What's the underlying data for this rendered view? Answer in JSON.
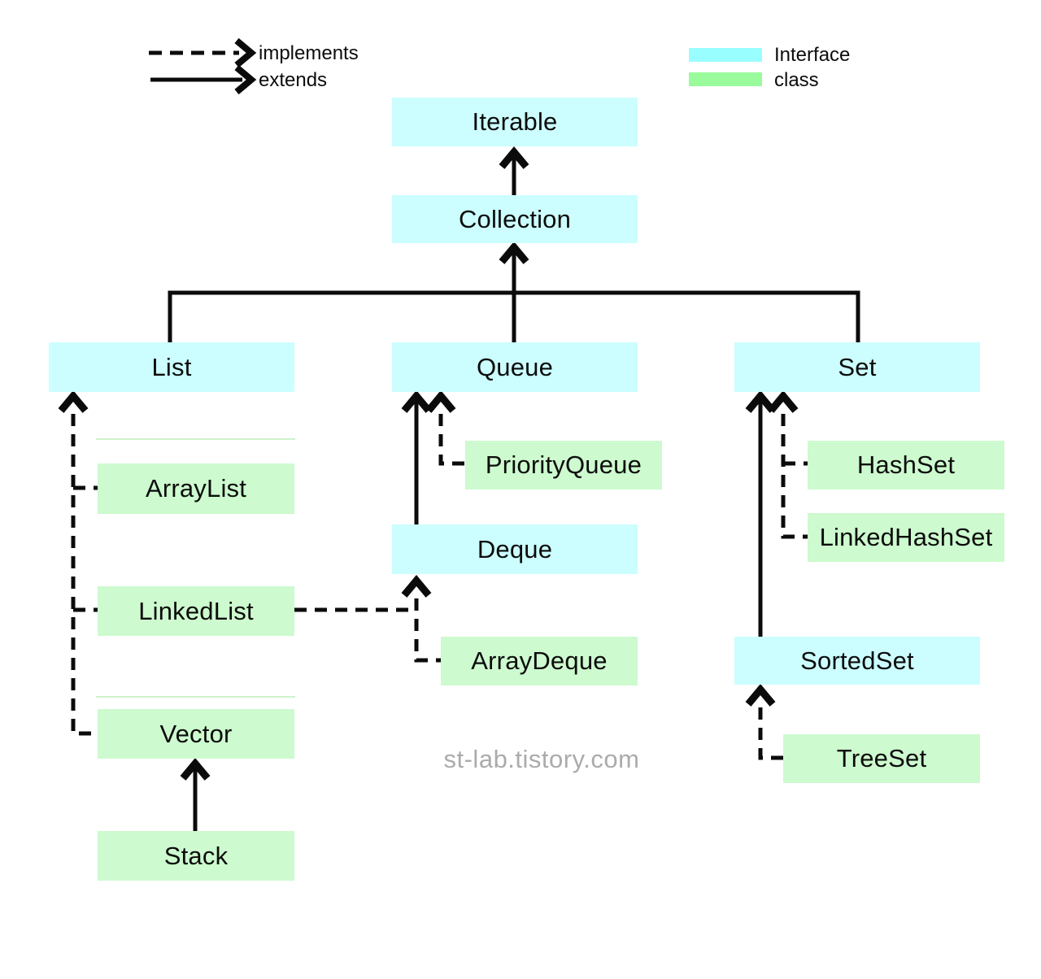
{
  "legend": {
    "implements_label": "implements",
    "extends_label": "extends",
    "interface_label": "Interface",
    "class_label": "class"
  },
  "watermark": "st-lab.tistory.com",
  "colors": {
    "interface_box_fill": "#ccfeff",
    "class_box_fill": "#cdface",
    "legend_interface_fill": "#99feff",
    "legend_class_fill": "#99fb9b",
    "line": "#0b0b0b",
    "faint_separator": "#cdf3cd",
    "watermark_text": "#ababab"
  },
  "nodes": {
    "iterable": {
      "label": "Iterable",
      "type": "Interface"
    },
    "collection": {
      "label": "Collection",
      "type": "Interface"
    },
    "list": {
      "label": "List",
      "type": "Interface"
    },
    "queue": {
      "label": "Queue",
      "type": "Interface"
    },
    "set": {
      "label": "Set",
      "type": "Interface"
    },
    "deque": {
      "label": "Deque",
      "type": "Interface"
    },
    "sortedset": {
      "label": "SortedSet",
      "type": "Interface"
    },
    "arraylist": {
      "label": "ArrayList",
      "type": "class"
    },
    "linkedlist": {
      "label": "LinkedList",
      "type": "class"
    },
    "vector": {
      "label": "Vector",
      "type": "class"
    },
    "stack": {
      "label": "Stack",
      "type": "class"
    },
    "priorityqueue": {
      "label": "PriorityQueue",
      "type": "class"
    },
    "arraydeque": {
      "label": "ArrayDeque",
      "type": "class"
    },
    "hashset": {
      "label": "HashSet",
      "type": "class"
    },
    "linkedhashset": {
      "label": "LinkedHashSet",
      "type": "class"
    },
    "treeset": {
      "label": "TreeSet",
      "type": "class"
    }
  },
  "edges": [
    {
      "from": "Collection",
      "to": "Iterable",
      "relation": "extends"
    },
    {
      "from": "List",
      "to": "Collection",
      "relation": "extends"
    },
    {
      "from": "Queue",
      "to": "Collection",
      "relation": "extends"
    },
    {
      "from": "Set",
      "to": "Collection",
      "relation": "extends"
    },
    {
      "from": "ArrayList",
      "to": "List",
      "relation": "implements"
    },
    {
      "from": "LinkedList",
      "to": "List",
      "relation": "implements"
    },
    {
      "from": "Vector",
      "to": "List",
      "relation": "implements"
    },
    {
      "from": "Stack",
      "to": "Vector",
      "relation": "extends"
    },
    {
      "from": "Deque",
      "to": "Queue",
      "relation": "extends"
    },
    {
      "from": "PriorityQueue",
      "to": "Queue",
      "relation": "implements"
    },
    {
      "from": "LinkedList",
      "to": "Deque",
      "relation": "implements"
    },
    {
      "from": "ArrayDeque",
      "to": "Deque",
      "relation": "implements"
    },
    {
      "from": "SortedSet",
      "to": "Set",
      "relation": "extends"
    },
    {
      "from": "HashSet",
      "to": "Set",
      "relation": "implements"
    },
    {
      "from": "LinkedHashSet",
      "to": "Set",
      "relation": "implements"
    },
    {
      "from": "TreeSet",
      "to": "SortedSet",
      "relation": "implements"
    }
  ]
}
